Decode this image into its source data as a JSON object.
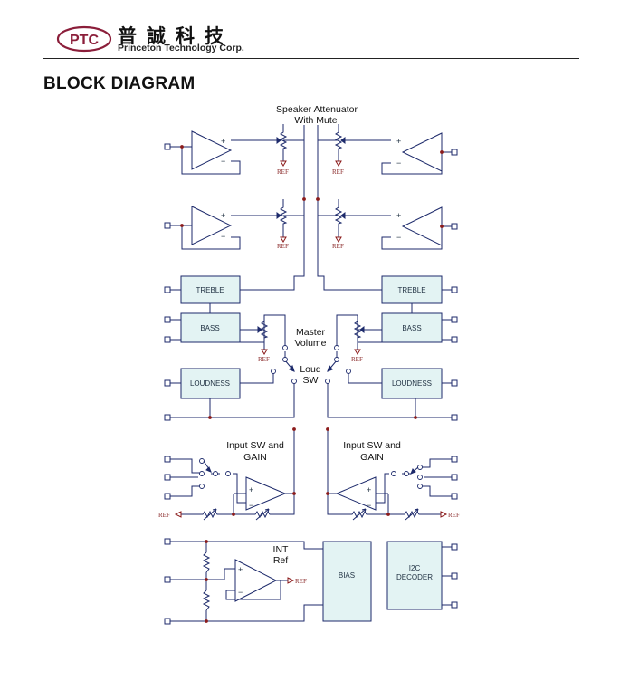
{
  "header": {
    "logo_text": "PTC",
    "company_name_cn": "普誠科技",
    "company_name_en": "Princeton Technology Corp."
  },
  "page_title": "BLOCK DIAGRAM",
  "diagram": {
    "labels": {
      "speaker_attenuator_line1": "Speaker Attenuator",
      "speaker_attenuator_line2": "With Mute",
      "master_volume_line1": "Master",
      "master_volume_line2": "Volume",
      "loud_sw_line1": "Loud",
      "loud_sw_line2": "SW",
      "input_sw_gain_left_line1": "Input SW and",
      "input_sw_gain_left_line2": "GAIN",
      "input_sw_gain_right_line1": "Input SW and",
      "input_sw_gain_right_line2": "GAIN",
      "int_ref_line1": "INT",
      "int_ref_line2": "Ref",
      "ref": "REF"
    },
    "blocks": {
      "treble": "TREBLE",
      "bass": "BASS",
      "loudness": "LOUDNESS",
      "bias": "BIAS",
      "i2c_line1": "I2C",
      "i2c_line2": "DECODER"
    },
    "opamp_signs": {
      "plus": "+",
      "minus": "−"
    },
    "colors": {
      "wire": "#1d2a6b",
      "box_fill": "#e3f3f3",
      "box_stroke": "#1d2a6b",
      "junction": "#8b1a1a",
      "ref_text": "#8a2a2a",
      "logo": "#8b1e3a"
    }
  }
}
